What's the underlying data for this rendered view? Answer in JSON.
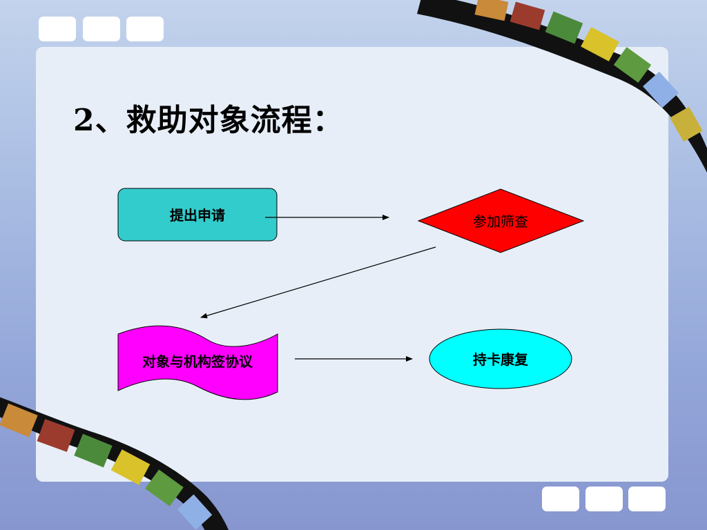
{
  "slide": {
    "title": "2、救助对象流程：",
    "colors": {
      "panel": "#e7eef7",
      "node_apply": "#33cccc",
      "node_screen": "#ff0000",
      "node_agreement": "#ff00ff",
      "node_rehab": "#00ffff"
    }
  },
  "flow": {
    "nodes": [
      {
        "id": "apply",
        "label": "提出申请",
        "shape": "rounded-rectangle"
      },
      {
        "id": "screen",
        "label": "参加筛查",
        "shape": "diamond"
      },
      {
        "id": "agreement",
        "label": "对象与机构签协议",
        "shape": "wave-document"
      },
      {
        "id": "rehab",
        "label": "持卡康复",
        "shape": "ellipse"
      }
    ],
    "edges": [
      {
        "from": "apply",
        "to": "screen"
      },
      {
        "from": "screen",
        "to": "agreement"
      },
      {
        "from": "agreement",
        "to": "rehab"
      }
    ]
  },
  "decor": {
    "film_strip_icon": "film-strip-photos-icon"
  }
}
